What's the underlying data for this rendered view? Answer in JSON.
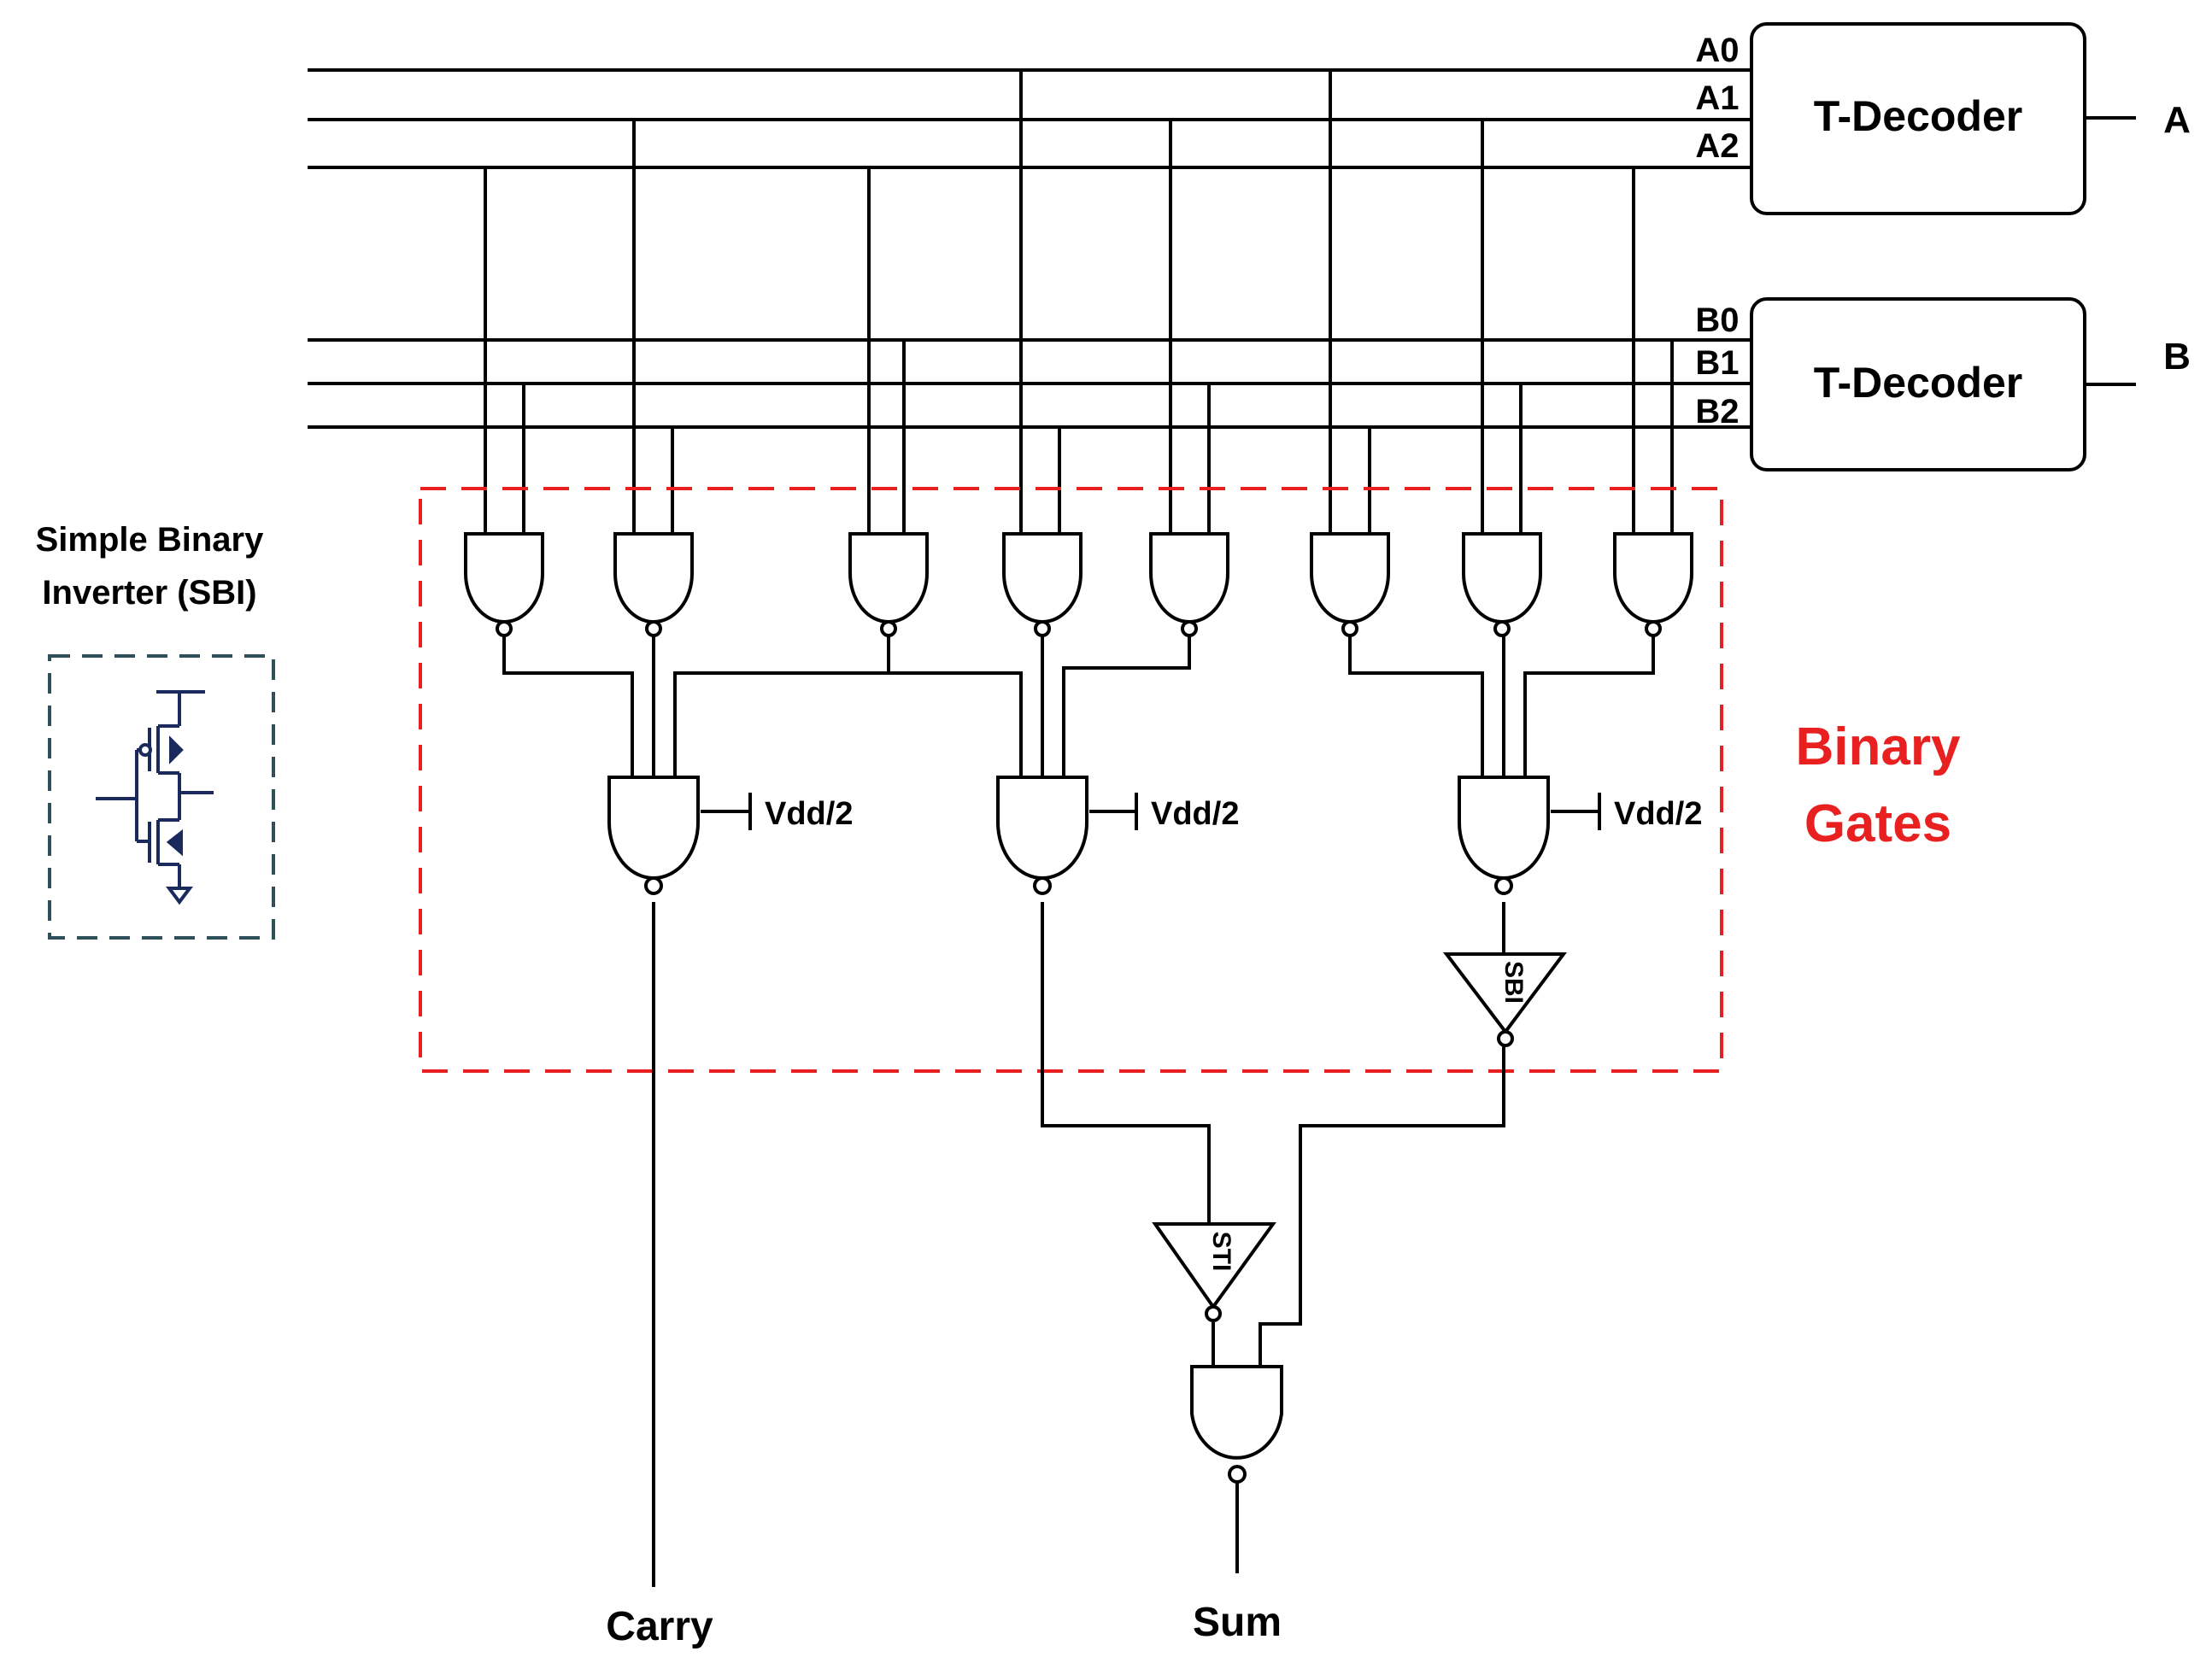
{
  "decoder_a": {
    "label": "T-Decoder",
    "input": "A",
    "outputs": [
      "A0",
      "A1",
      "A2"
    ]
  },
  "decoder_b": {
    "label": "T-Decoder",
    "input": "B",
    "outputs": [
      "B0",
      "B1",
      "B2"
    ]
  },
  "sbi_legend": {
    "title_line1": "Simple Binary",
    "title_line2": "Inverter (SBI)"
  },
  "binary_gates": {
    "line1": "Binary",
    "line2": "Gates"
  },
  "vdd_label": "Vdd/2",
  "sbi_gate_label": "SBI",
  "sti_gate_label": "STI",
  "outputs": {
    "carry": "Carry",
    "sum": "Sum"
  },
  "colors": {
    "wire": "#000000",
    "binary_gates_box": "#e82020",
    "legend_box": "#2f4f5a",
    "transistor": "#1a2a5c"
  }
}
